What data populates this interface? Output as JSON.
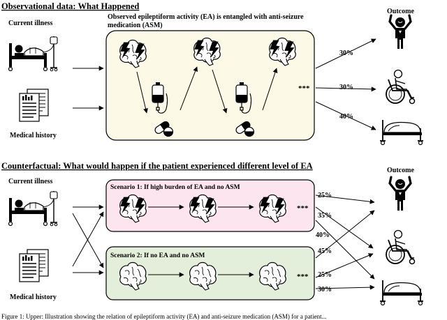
{
  "observational": {
    "header": "Observational data: What Happened",
    "current_illness": "Current illness",
    "medical_history": "Medical history",
    "box_title_line1": "Observed epileptiform activity (EA) is entangled with anti-seizure",
    "box_title_line2": "medication (ASM)",
    "ellipsis": "***",
    "outcome_label": "Outcome",
    "percents": [
      "30%",
      "30%",
      "40%"
    ]
  },
  "counterfactual": {
    "header": "Counterfactual: What would happen if the patient experienced different level of EA",
    "current_illness": "Current illness",
    "medical_history": "Medical history",
    "scenario1_title": "Scenario 1: If high burden of EA and no ASM",
    "scenario2_title": "Scenario 2: If no EA and no ASM",
    "scenario1_ellipsis": "***",
    "scenario2_ellipsis": "***",
    "outcome_label": "Outcome",
    "scenario1_percents": [
      "25%",
      "35%",
      "40%"
    ],
    "scenario2_percents": [
      "45%",
      "25%",
      "30%"
    ]
  },
  "caption_fragment": "Figure 1: Upper: Illustration showing the relation of epileptiform activity (EA) and anti-seizure medication (ASM) for a patient...",
  "colors": {
    "observed_box": "#fcf9e6",
    "scenario1_box": "#fce5ee",
    "scenario2_box": "#e3eedb",
    "ink": "#000000"
  },
  "icons": [
    "hospital-bed-icon",
    "medical-records-icon",
    "brain-seizure-icon",
    "brain-icon",
    "iv-bag-icon",
    "pill-icon",
    "healthy-person-icon",
    "wheelchair-icon",
    "deceased-bed-icon"
  ]
}
